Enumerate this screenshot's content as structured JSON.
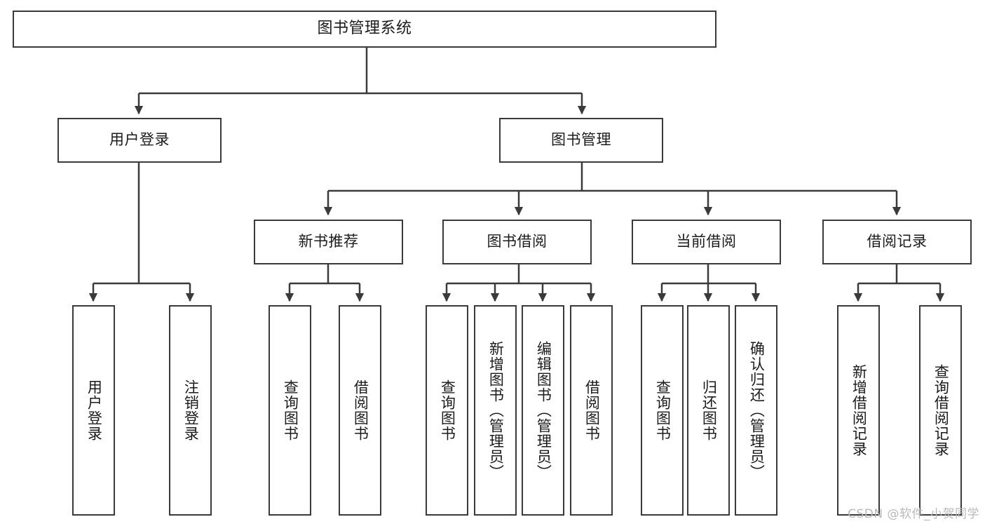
{
  "diagram": {
    "title": "图书管理系统",
    "type": "tree-hierarchy",
    "stroke_color": "#3a3a3a",
    "fill_color": "#ffffff",
    "text_color": "#1b1b1b",
    "nodes": {
      "root": {
        "label": "图书管理系统"
      },
      "level2": [
        {
          "id": "user-login",
          "label": "用户登录"
        },
        {
          "id": "book-manage",
          "label": "图书管理"
        }
      ],
      "level3": [
        {
          "id": "new-book-rec",
          "label": "新书推荐"
        },
        {
          "id": "book-borrow",
          "label": "图书借阅"
        },
        {
          "id": "current-borrow",
          "label": "当前借阅"
        },
        {
          "id": "borrow-record",
          "label": "借阅记录"
        }
      ],
      "leaves": [
        {
          "id": "leaf-user-login",
          "label": "用户登录"
        },
        {
          "id": "leaf-logout-login",
          "label": "注销登录"
        },
        {
          "id": "leaf-query-book-1",
          "label": "查询图书"
        },
        {
          "id": "leaf-borrow-book-1",
          "label": "借阅图书"
        },
        {
          "id": "leaf-query-book-2",
          "label": "查询图书"
        },
        {
          "id": "leaf-add-book",
          "label": "新增图书（管理员）"
        },
        {
          "id": "leaf-edit-book",
          "label": "编辑图书（管理员）"
        },
        {
          "id": "leaf-borrow-book-2",
          "label": "借阅图书"
        },
        {
          "id": "leaf-query-book-3",
          "label": "查询图书"
        },
        {
          "id": "leaf-return-book",
          "label": "归还图书"
        },
        {
          "id": "leaf-confirm-return",
          "label": "确认归还（管理员）"
        },
        {
          "id": "leaf-add-record",
          "label": "新增借阅记录"
        },
        {
          "id": "leaf-query-record",
          "label": "查询借阅记录"
        }
      ]
    }
  },
  "watermark": {
    "text": "CSDN @软件_小贺同学"
  }
}
